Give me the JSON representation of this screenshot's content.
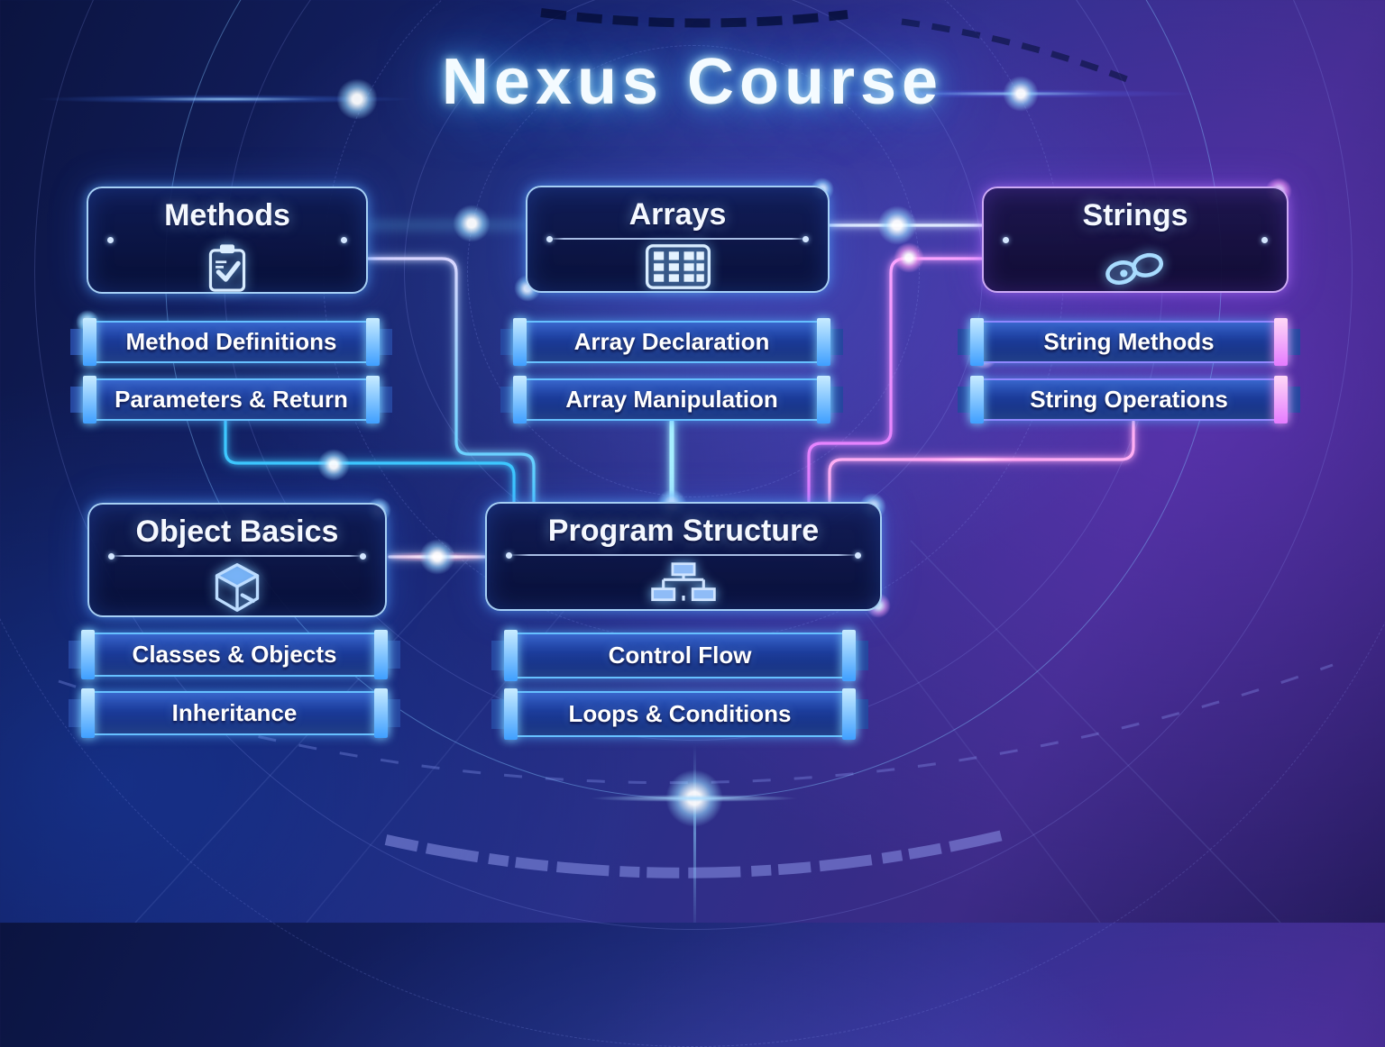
{
  "title": "Nexus Course",
  "nodes": [
    {
      "id": "methods",
      "title": "Methods",
      "icon": "clipboard-check-icon",
      "items": [
        "Method Definitions",
        "Parameters & Return"
      ]
    },
    {
      "id": "arrays",
      "title": "Arrays",
      "icon": "grid-icon",
      "items": [
        "Array Declaration",
        "Array Manipulation"
      ]
    },
    {
      "id": "strings",
      "title": "Strings",
      "icon": "chain-link-icon",
      "items": [
        "String Methods",
        "String Operations"
      ]
    },
    {
      "id": "object-basics",
      "title": "Object Basics",
      "icon": "cube-icon",
      "items": [
        "Classes & Objects",
        "Inheritance"
      ]
    },
    {
      "id": "program-structure",
      "title": "Program Structure",
      "icon": "flowchart-icon",
      "items": [
        "Control Flow",
        "Loops & Conditions"
      ]
    }
  ],
  "colors": {
    "background_dark": "#0b1440",
    "background_purple": "#3c2b87",
    "node_border_blue": "#aedaff",
    "node_border_purple": "#d7b2ff",
    "bar_fill": "#1c3c9a",
    "bar_border": "#66c0ff",
    "connector_cyan": "#4fd0ff",
    "connector_magenta": "#ef8bff",
    "title_glow": "#4fc3ff",
    "text": "#ffffff"
  }
}
